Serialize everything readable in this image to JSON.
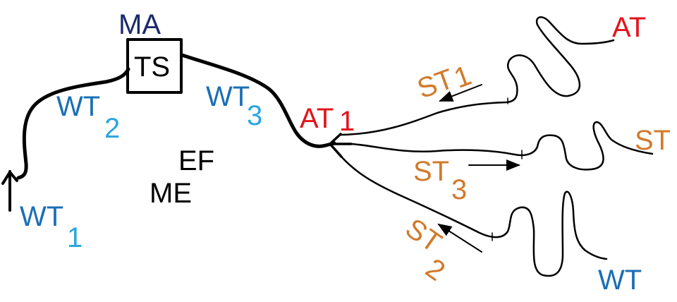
{
  "colors": {
    "line": "#000000",
    "water_tract": "#1a6fb5",
    "subscript": "#2aa6df",
    "air_tract": "#e3141b",
    "scala_tract": "#d27a2b",
    "ma": "#1b2a6b"
  },
  "labels": {
    "ma": "MA",
    "ts": "TS",
    "wt1": {
      "main": "WT",
      "sub": "1"
    },
    "wt2": {
      "main": "WT",
      "sub": "2"
    },
    "wt3": {
      "main": "WT",
      "sub": "3"
    },
    "at1": {
      "main": "AT",
      "sub": "1"
    },
    "ef": "EF",
    "me": "ME",
    "st1": {
      "main": "ST",
      "sub": "1"
    },
    "st2": {
      "main": "ST",
      "sub": "2"
    },
    "st3": {
      "main": "ST",
      "sub": "3"
    },
    "at": "AT",
    "st": "ST",
    "wt": "WT"
  }
}
